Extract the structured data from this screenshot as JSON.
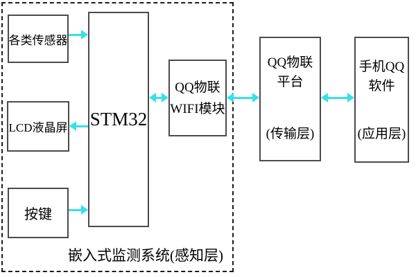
{
  "diagram": {
    "type": "block-diagram",
    "region_label": "嵌入式监测系统(感知层)",
    "colors": {
      "arrow": "#35e1e9",
      "box_border": "#4a4a4a",
      "dashed_border": "#1a1a1a",
      "background": "#ffffff",
      "text": "#000000"
    },
    "boxes": {
      "sensors": {
        "label": "各类传感器"
      },
      "lcd": {
        "label": "LCD液晶屏"
      },
      "keys": {
        "label": "按键"
      },
      "stm32": {
        "label": "STM32"
      },
      "wifi": {
        "line1": "QQ物联",
        "line2": "WIFI模块"
      },
      "platform": {
        "line1": "QQ物联",
        "line2": "平台",
        "layer": "(传输层)"
      },
      "phone": {
        "line1": "手机QQ",
        "line2": "软件",
        "layer": "(应用层)"
      }
    },
    "connections": [
      {
        "from": "sensors",
        "to": "stm32",
        "direction": "one-way"
      },
      {
        "from": "stm32",
        "to": "lcd",
        "direction": "one-way"
      },
      {
        "from": "keys",
        "to": "stm32",
        "direction": "one-way"
      },
      {
        "from": "stm32",
        "to": "wifi",
        "direction": "two-way"
      },
      {
        "from": "wifi",
        "to": "platform",
        "direction": "two-way"
      },
      {
        "from": "platform",
        "to": "phone",
        "direction": "two-way"
      }
    ]
  }
}
